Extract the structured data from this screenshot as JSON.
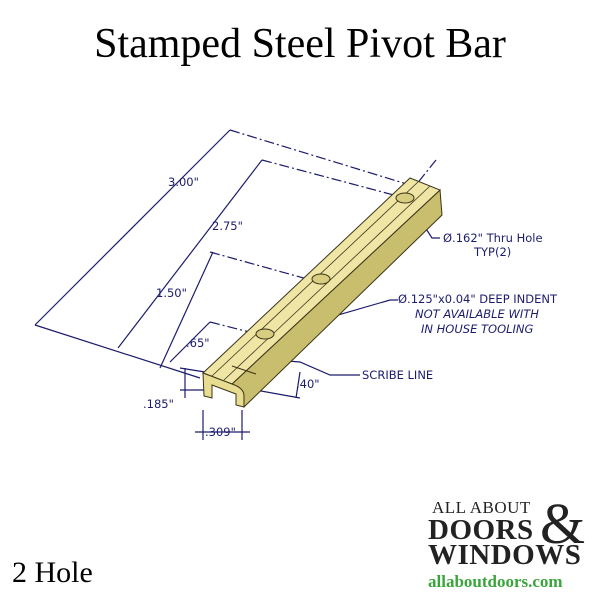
{
  "title": "Stamped Steel Pivot Bar",
  "caption": "2 Hole",
  "drawing": {
    "dimensions": {
      "overall": "3.00\"",
      "second_hole": "2.75\"",
      "indent": "1.50\"",
      "first_hole": ".65\"",
      "height": ".185\"",
      "width": ".309\"",
      "scribe_offset": ".40\""
    },
    "callouts": {
      "thru_hole": "Ø.162\" Thru Hole",
      "thru_hole_qty": "TYP(2)",
      "indent": "Ø.125\"x0.04\" DEEP INDENT",
      "indent_note1": "NOT AVAILABLE WITH",
      "indent_note2": "IN HOUSE TOOLING",
      "scribe": "SCRIBE LINE"
    },
    "colors": {
      "line": "#1c1c6e",
      "bar": "#efe6a6",
      "bar_side": "#c9bd6e"
    }
  },
  "logo": {
    "line1": "ALL ABOUT",
    "line2": "DOORS",
    "amp": "&",
    "line3": "WINDOWS",
    "url": "allaboutdoors.com"
  }
}
